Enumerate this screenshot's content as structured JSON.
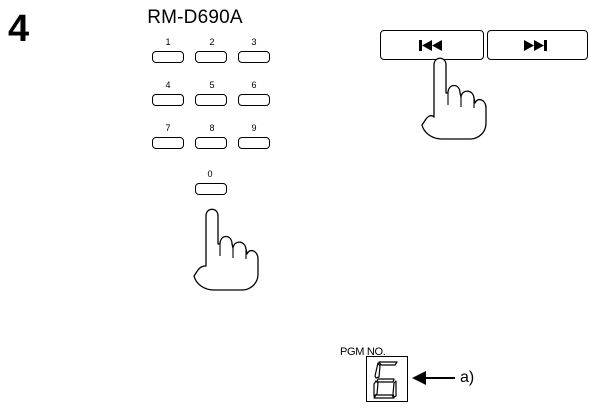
{
  "step": "4",
  "remote_model": "RM-D690A",
  "keypad": {
    "keys": [
      "1",
      "2",
      "3",
      "4",
      "5",
      "6",
      "7",
      "8",
      "9",
      "0"
    ]
  },
  "skip_buttons": {
    "previous_icon": "skip-back-icon",
    "next_icon": "skip-forward-icon"
  },
  "display": {
    "label": "PGM NO.",
    "digit": "6"
  },
  "callout": "a)"
}
